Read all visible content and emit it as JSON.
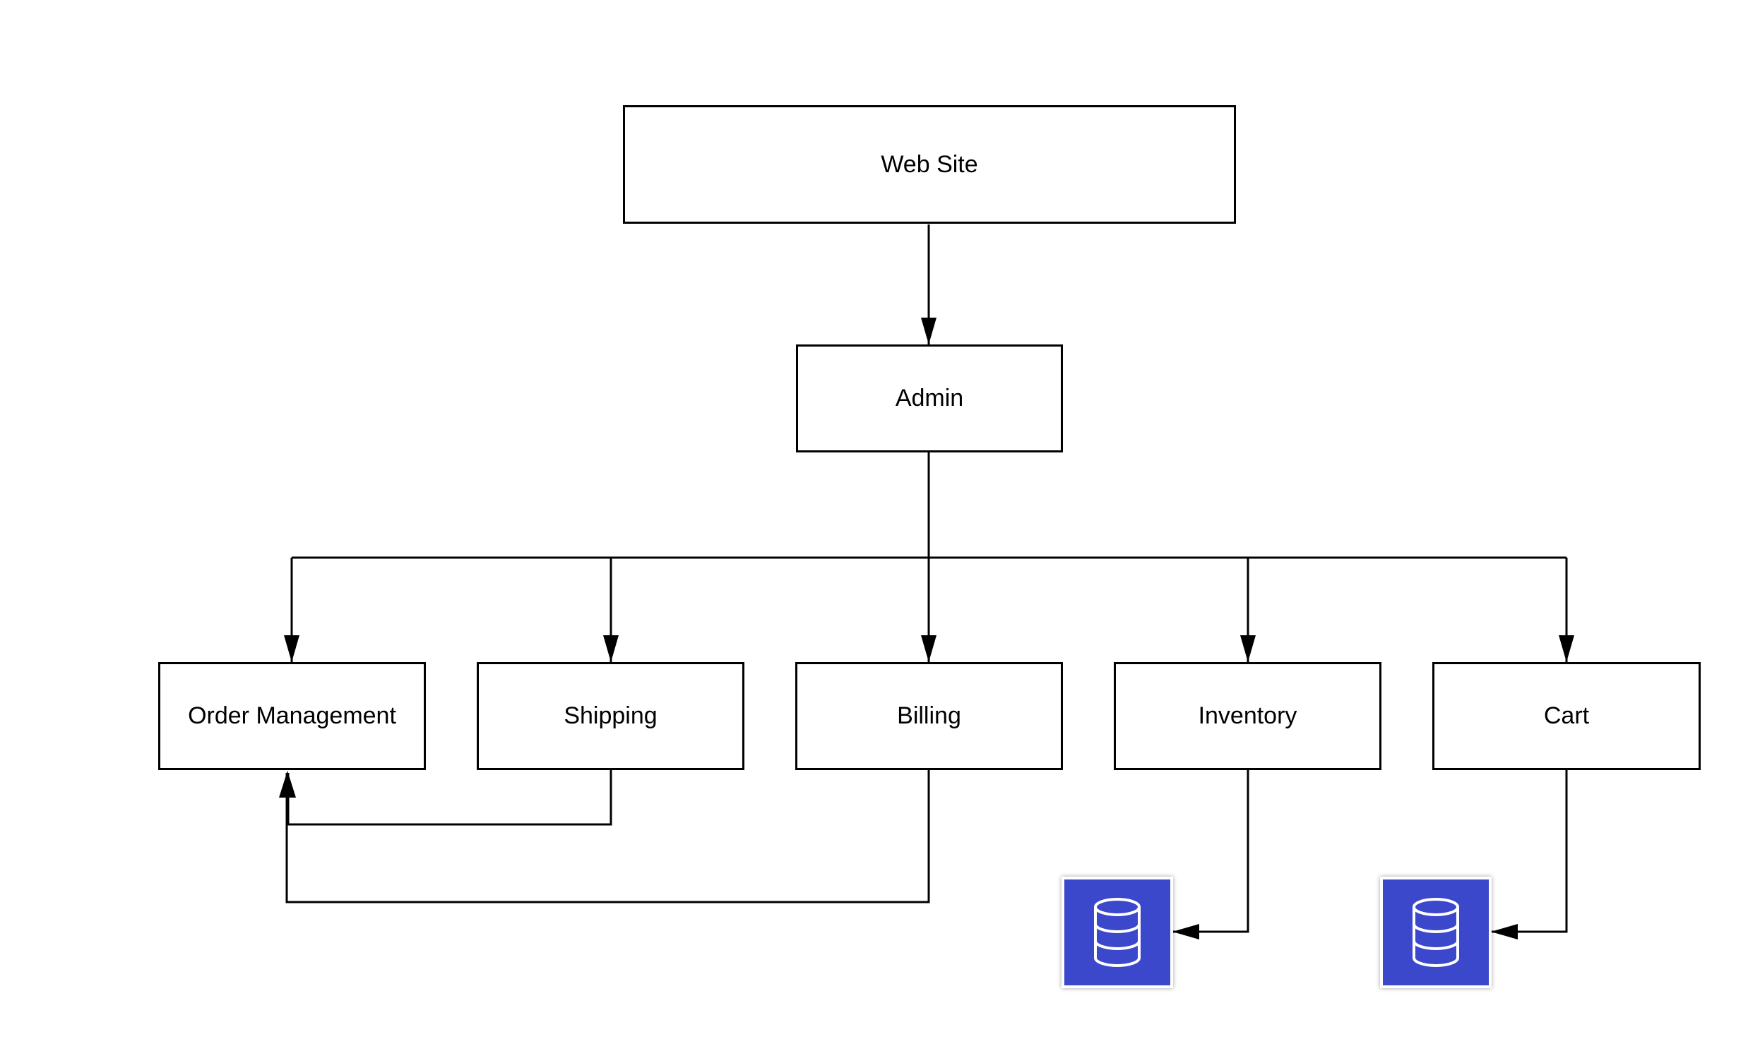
{
  "diagram": {
    "nodes": {
      "website": "Web Site",
      "admin": "Admin",
      "order_management": "Order Management",
      "shipping": "Shipping",
      "billing": "Billing",
      "inventory": "Inventory",
      "cart": "Cart"
    },
    "databases": [
      {
        "icon": "database-icon",
        "attached_to": "Inventory"
      },
      {
        "icon": "database-icon",
        "attached_to": "Cart"
      }
    ],
    "edges": [
      {
        "from": "Web Site",
        "to": "Admin"
      },
      {
        "from": "Admin",
        "to": "Order Management"
      },
      {
        "from": "Admin",
        "to": "Shipping"
      },
      {
        "from": "Admin",
        "to": "Billing"
      },
      {
        "from": "Admin",
        "to": "Inventory"
      },
      {
        "from": "Admin",
        "to": "Cart"
      },
      {
        "from": "Shipping",
        "to": "Order Management"
      },
      {
        "from": "Billing",
        "to": "Order Management"
      },
      {
        "from": "Inventory",
        "to": "database-icon"
      },
      {
        "from": "Cart",
        "to": "database-icon"
      }
    ],
    "colors": {
      "line": "#000000",
      "box_border": "#000000",
      "box_fill": "#ffffff",
      "database_fill": "#3b48cc",
      "database_icon": "#ffffff"
    }
  }
}
